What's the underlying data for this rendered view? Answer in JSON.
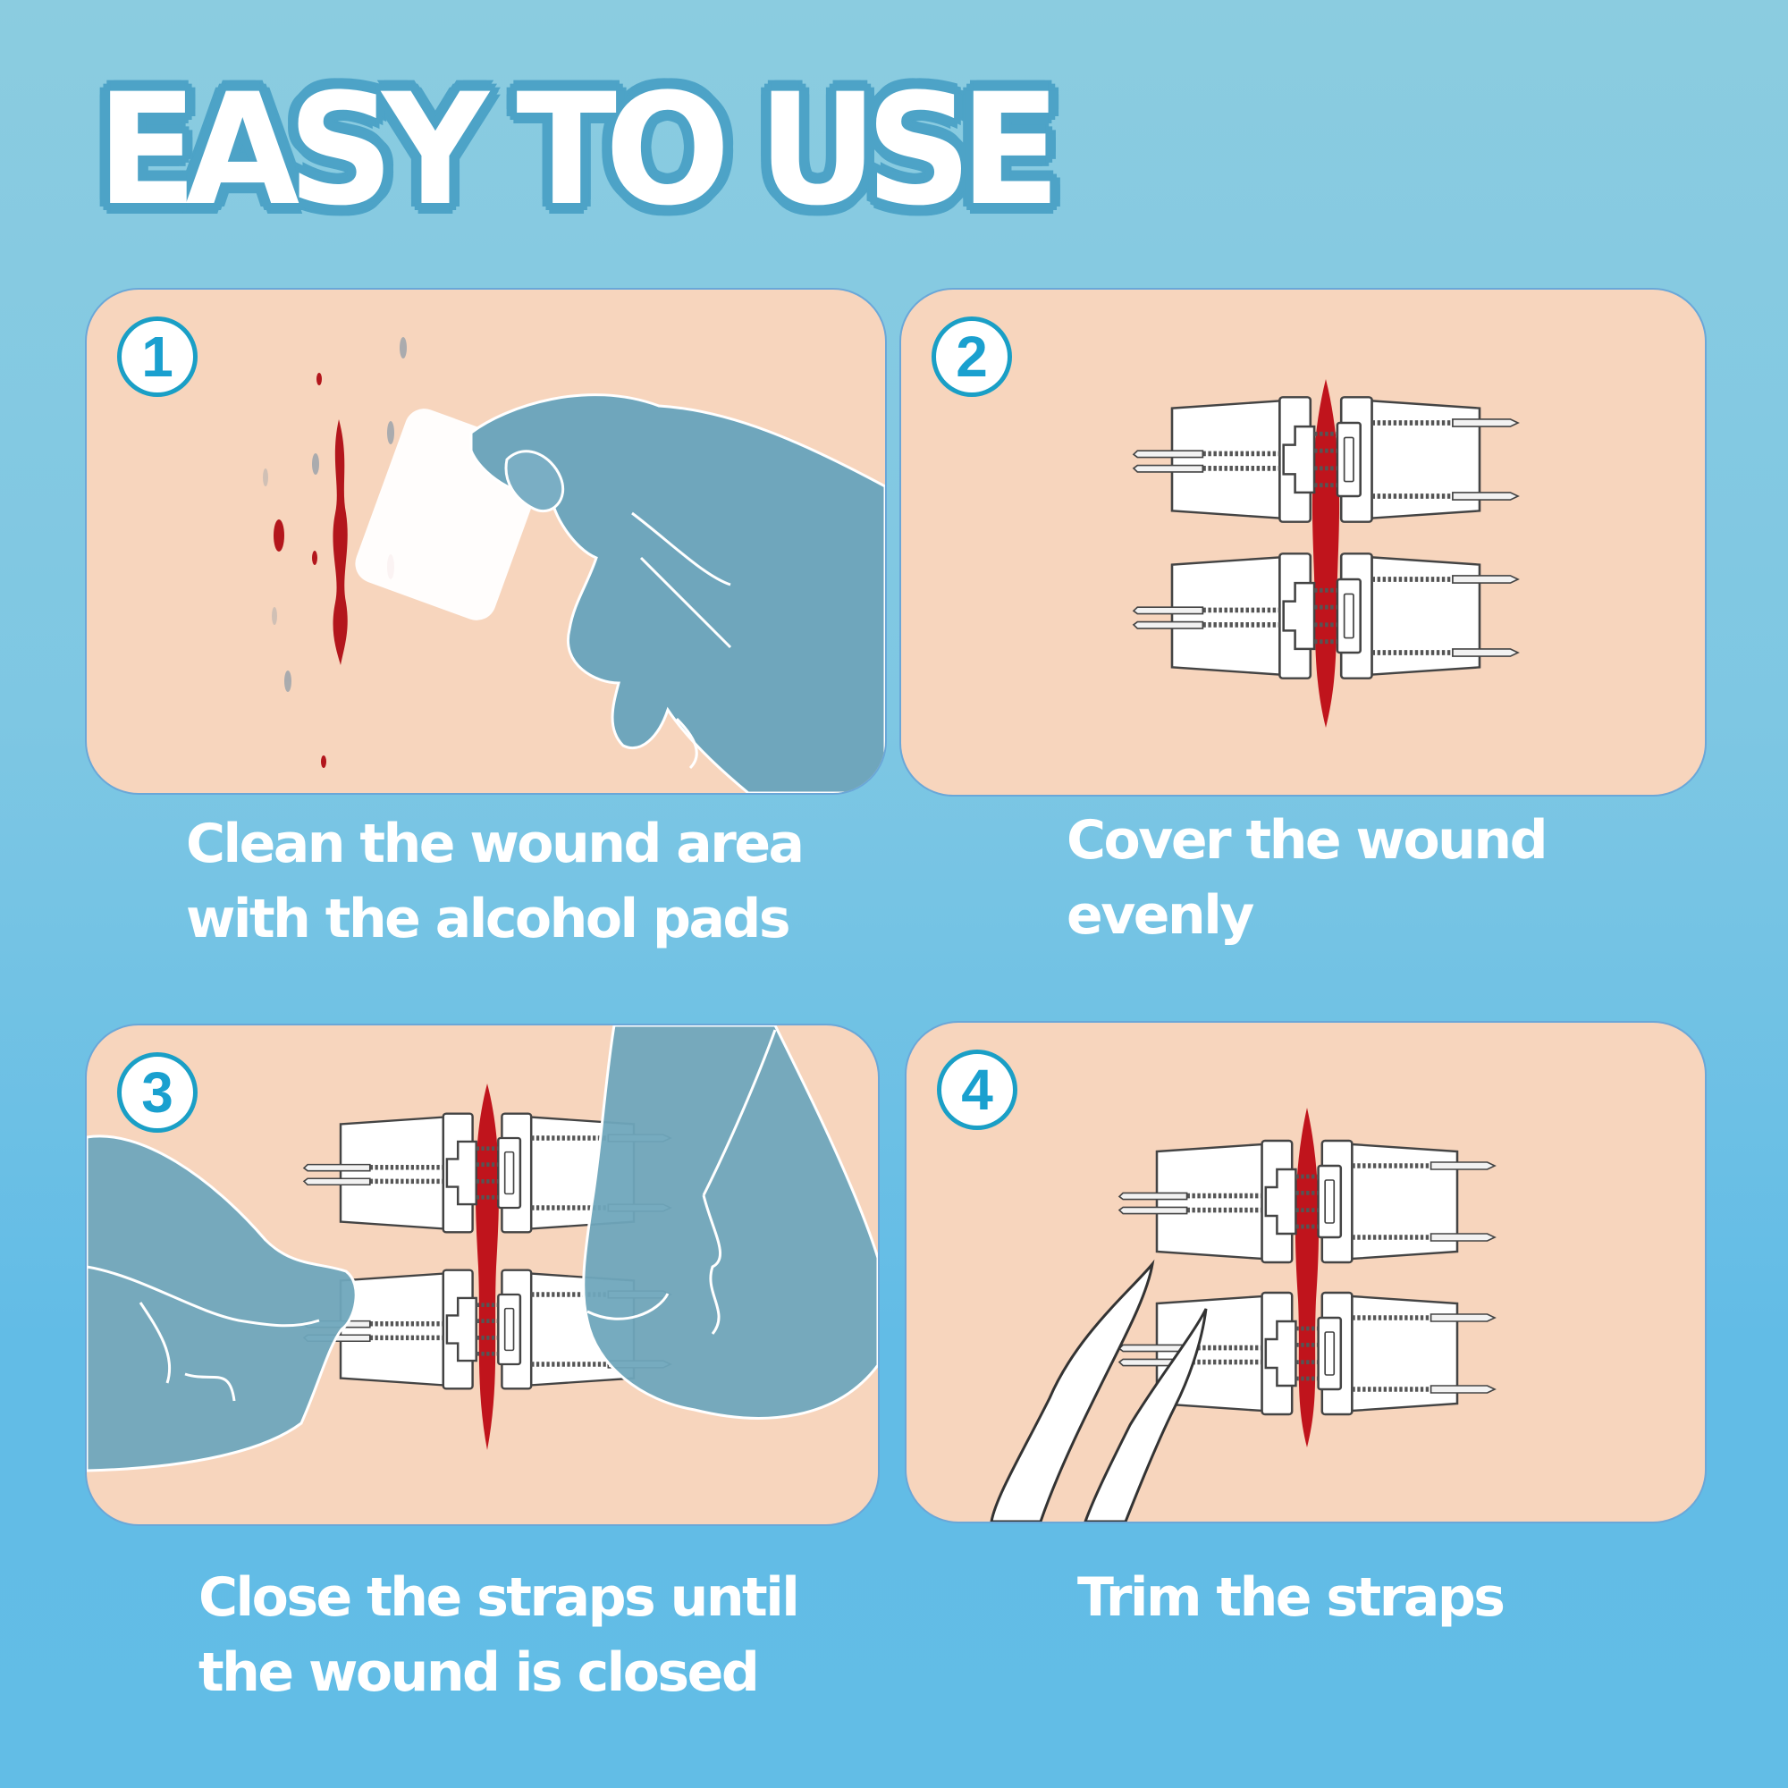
{
  "header": {
    "title": "EASY TO USE"
  },
  "colors": {
    "background_top": "#8bcce0",
    "background_bottom": "#62bde6",
    "title_fill": "#ffffff",
    "title_outline": "#4da3c7",
    "panel_fill": "#f7d5bd",
    "panel_border": "#6aa7d8",
    "badge_ring": "#1a9fc6",
    "badge_number": "#1aa0cf",
    "hand": "#6fa6bc",
    "wound": "#c0141c",
    "caption_text": "#ffffff"
  },
  "steps": [
    {
      "number": "1",
      "caption_lines": [
        "Clean the wound area",
        "with the alcohol  pads"
      ],
      "illustration": "hand-wiping-wound-with-alcohol-pad"
    },
    {
      "number": "2",
      "caption_lines": [
        "Cover the wound",
        "evenly"
      ],
      "illustration": "two-closure-devices-over-wound"
    },
    {
      "number": "3",
      "caption_lines": [
        "Close the straps until",
        "the wound is closed"
      ],
      "illustration": "hands-pulling-straps-closed"
    },
    {
      "number": "4",
      "caption_lines": [
        "Trim the straps"
      ],
      "illustration": "scissors-trimming-straps"
    }
  ]
}
